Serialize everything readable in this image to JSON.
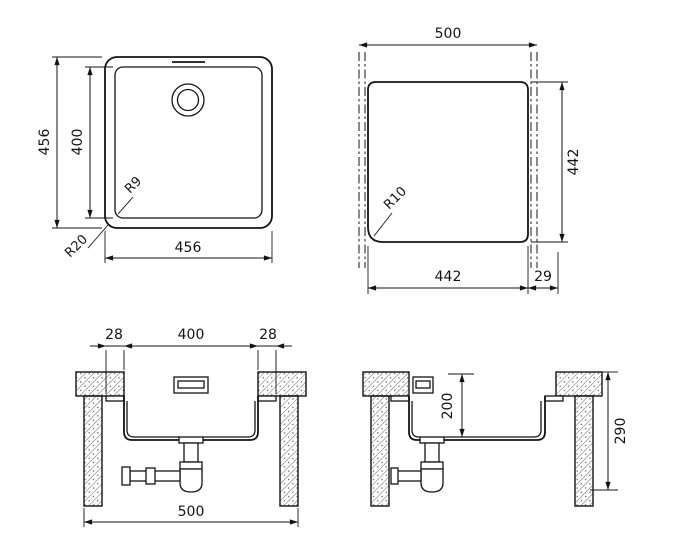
{
  "drawing": {
    "line_color": "#141414",
    "views": {
      "top": {
        "dim_height": "456",
        "dim_bowl": "400",
        "dim_width": "456",
        "radius_bowl": "R9",
        "radius_outer": "R20"
      },
      "cutout": {
        "dim_top": "500",
        "dim_right": "442",
        "dim_bottom": "442",
        "dim_offset": "29",
        "radius": "R10"
      },
      "front_section": {
        "dim_rim_left": "28",
        "dim_bowl": "400",
        "dim_rim_right": "28",
        "dim_width": "500"
      },
      "side_section": {
        "dim_bowl_depth": "200",
        "dim_total_depth": "290"
      }
    }
  }
}
